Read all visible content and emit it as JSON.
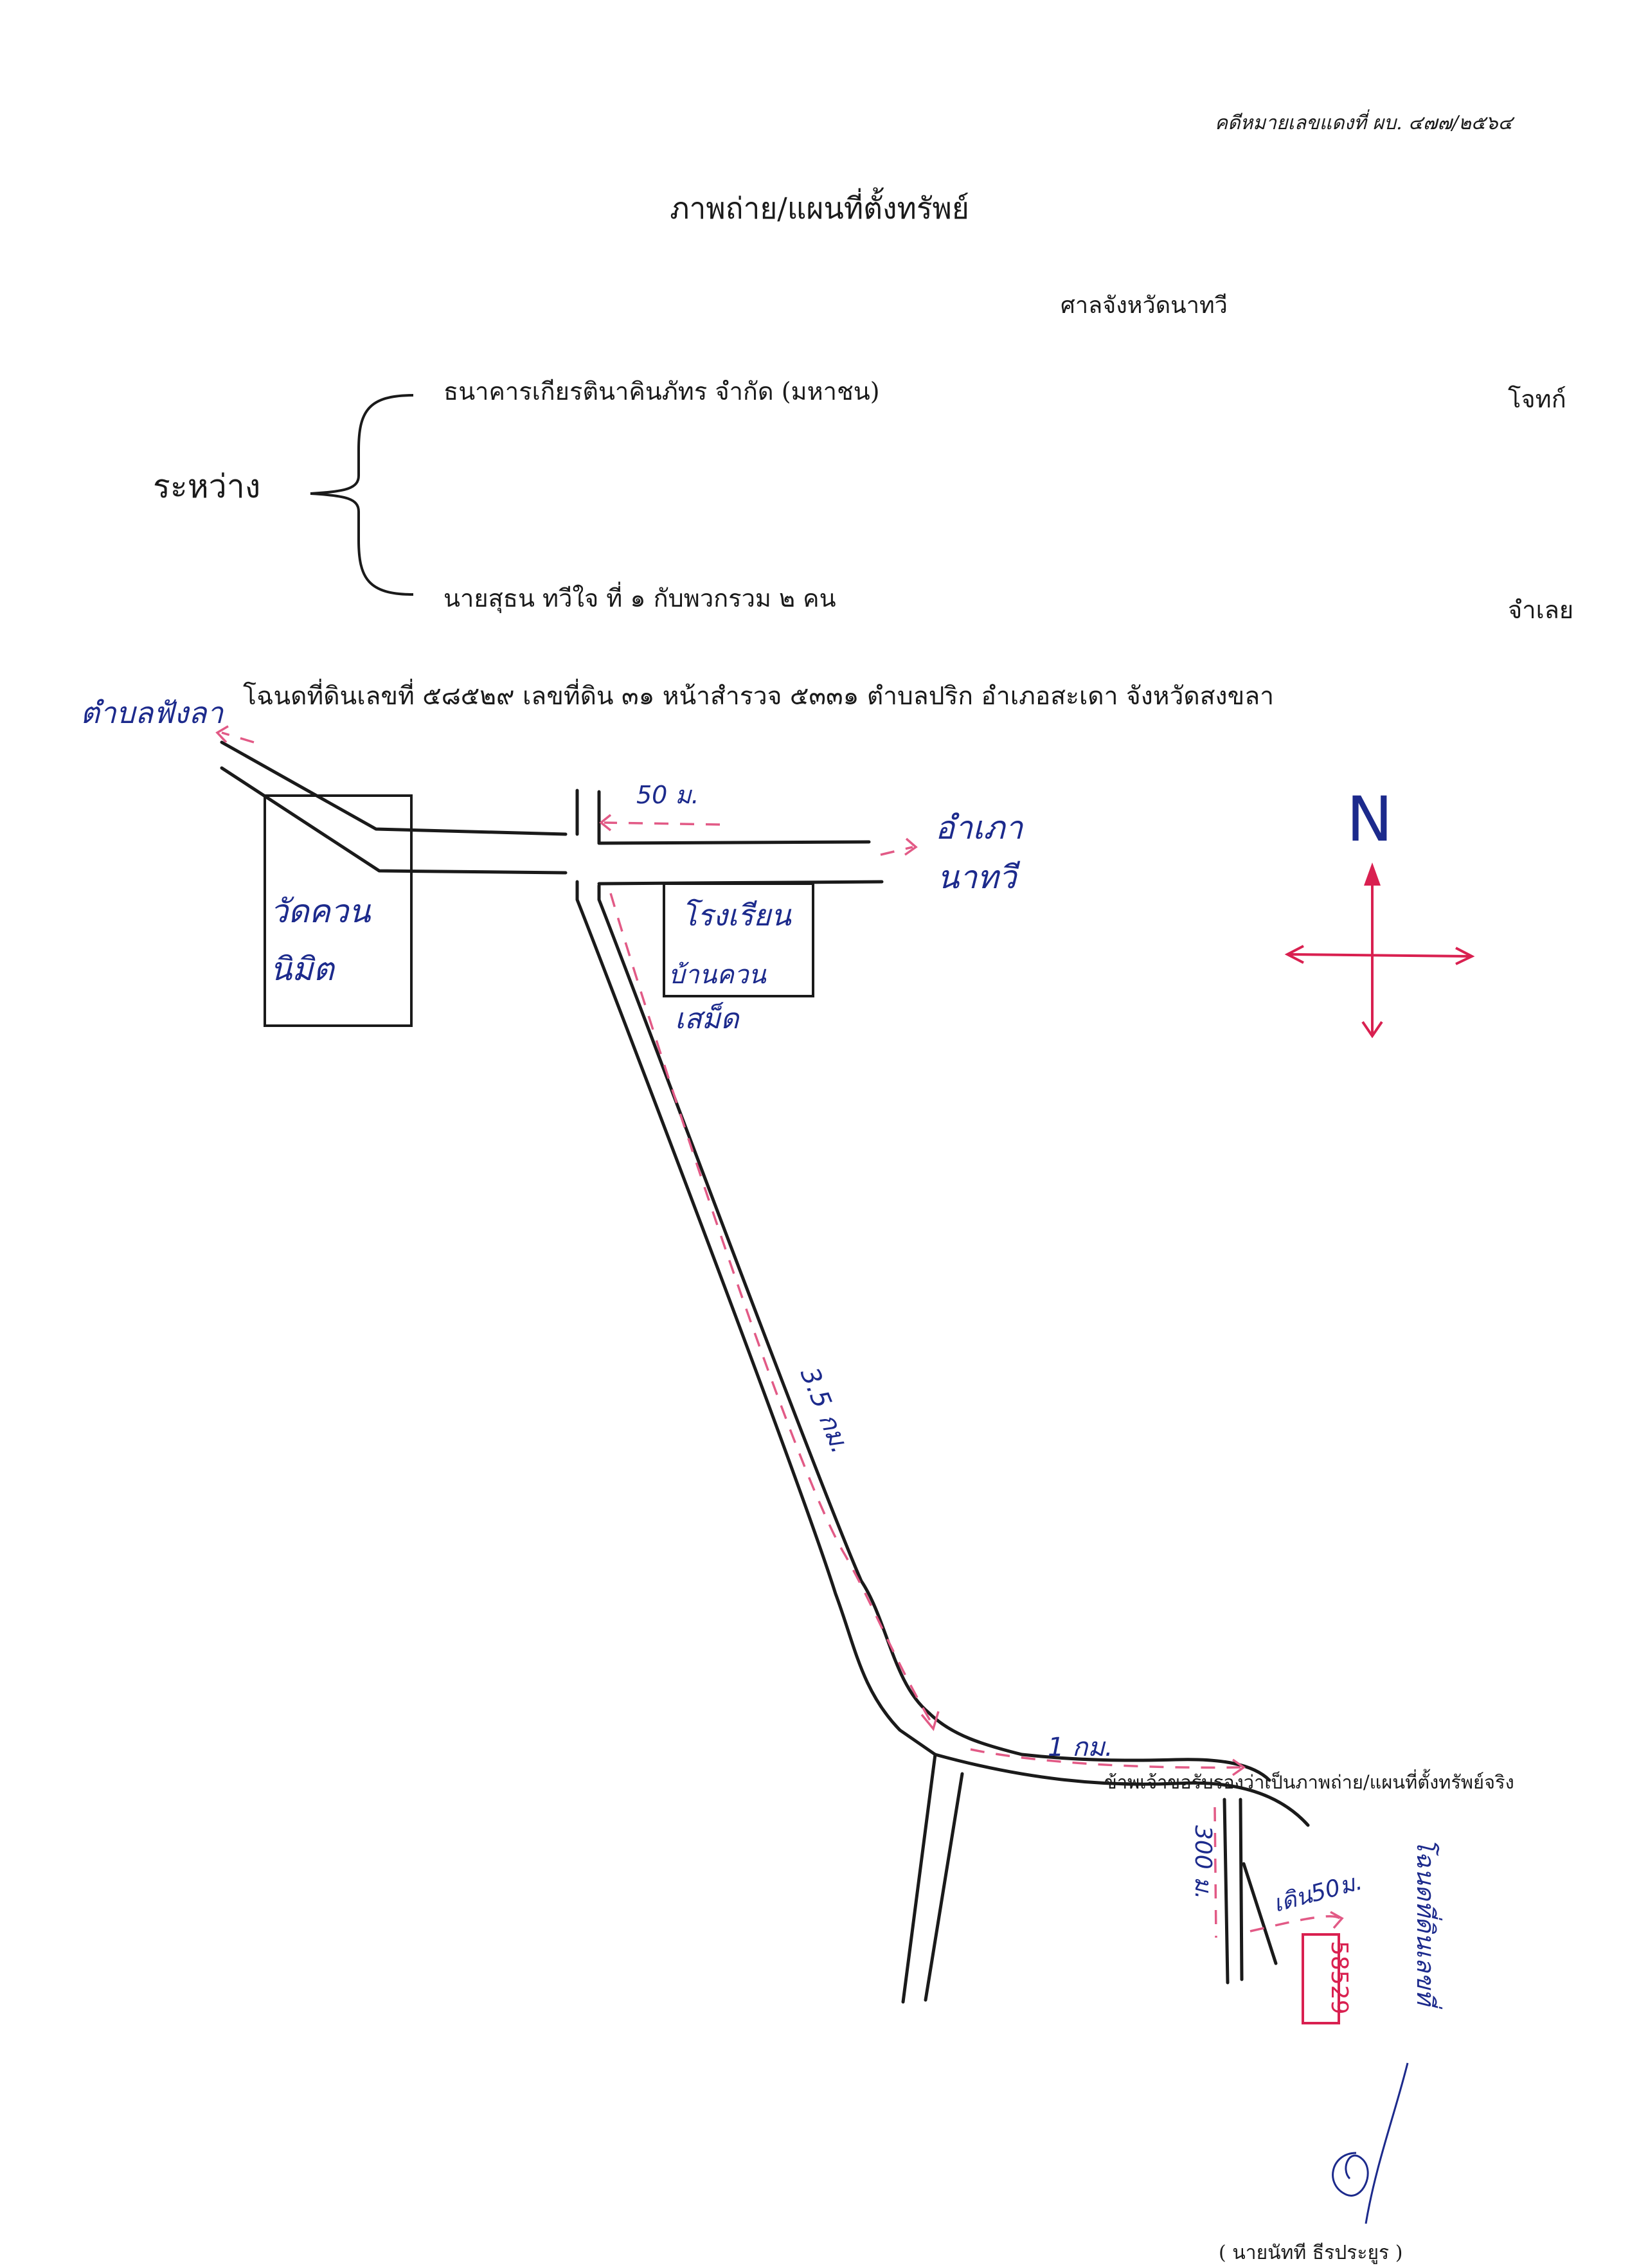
{
  "header": {
    "case_number": "คดีหมายเลขแดงที่ ผบ. ๔๗๗/๒๕๖๔",
    "title": "ภาพถ่าย/แผนที่ตั้งทรัพย์",
    "court": "ศาลจังหวัดนาทวี"
  },
  "parties": {
    "between_label": "ระหว่าง",
    "plaintiff_name": "ธนาคารเกียรตินาคินภัทร จำกัด  (มหาชน)",
    "plaintiff_role": "โจทก์",
    "defendant_name": "นายสุธน  ทวีใจ ที่ ๑  กับพวกรวม ๒ คน",
    "defendant_role": "จำเลย"
  },
  "deed_line": "โฉนดที่ดินเลขที่ ๕๘๕๒๙  เลขที่ดิน ๓๑  หน้าสำรวจ ๕๓๓๑  ตำบลปริก  อำเภอสะเดา  จังหวัดสงขลา",
  "map": {
    "to_left_label": "ตำบลฟังลา",
    "to_right_label_1": "อำเภา",
    "to_right_label_2": "นาทวี",
    "temple_label_1": "วัดควน",
    "temple_label_2": "นิมิต",
    "school_label_1": "โรงเรียน",
    "school_label_2": "บ้านควน",
    "school_label_3": "เสม็ด",
    "dist_50m_top": "50 ม.",
    "dist_3_5km": "3.5 กม.",
    "dist_1km": "1 กม.",
    "dist_300m": "300 ม.",
    "dist_walk_50m": "เดิน50ม.",
    "deed_marker": "58529",
    "deed_marker_label": "โฉนดที่ดินเลขที่",
    "north_label": "N"
  },
  "footer": {
    "certification": "ข้าพเจ้าขอรับรองว่าเป็นภาพถ่าย/แผนที่ตั้งทรัพย์จริง",
    "signer": "( นายนัทที  ธีรประยูร )"
  },
  "colors": {
    "ink_blue": "#1c2a8c",
    "route_pink": "#e25a86",
    "marker_red": "#d92050"
  }
}
